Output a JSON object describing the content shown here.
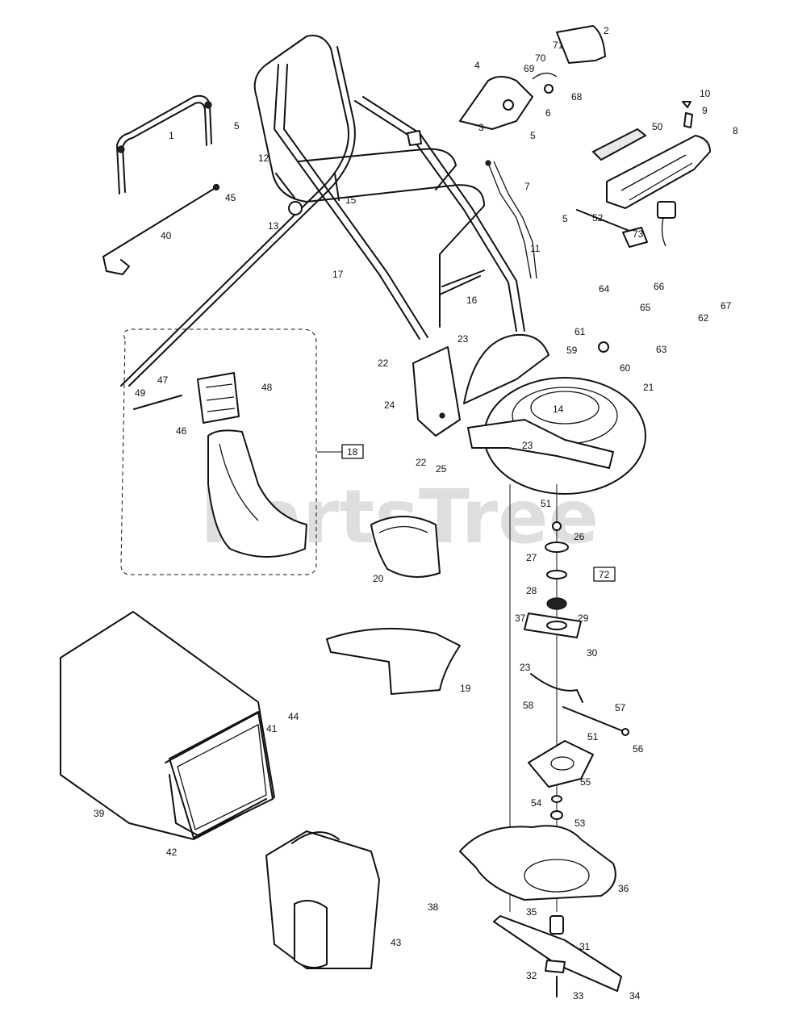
{
  "watermark": "PartsTree",
  "boxed_refs": {
    "chute_kit": "18",
    "blade_kit": "72"
  },
  "callouts": {
    "c1": "1",
    "c2": "2",
    "c3": "3",
    "c4": "4",
    "c5a": "5",
    "c5b": "5",
    "c5c": "5",
    "c6": "6",
    "c7": "7",
    "c8": "8",
    "c9": "9",
    "c10": "10",
    "c11": "11",
    "c12": "12",
    "c13": "13",
    "c14": "14",
    "c15": "15",
    "c16": "16",
    "c17": "17",
    "c19": "19",
    "c20": "20",
    "c21": "21",
    "c22a": "22",
    "c22b": "22",
    "c23a": "23",
    "c23b": "23",
    "c23c": "23",
    "c24": "24",
    "c25": "25",
    "c26": "26",
    "c27": "27",
    "c28": "28",
    "c29": "29",
    "c30": "30",
    "c31": "31",
    "c32": "32",
    "c33": "33",
    "c34": "34",
    "c35": "35",
    "c36": "36",
    "c37": "37",
    "c38": "38",
    "c39": "39",
    "c40": "40",
    "c41": "41",
    "c42": "42",
    "c43": "43",
    "c44": "44",
    "c45": "45",
    "c46": "46",
    "c47": "47",
    "c48": "48",
    "c49": "49",
    "c50": "50",
    "c51a": "51",
    "c51b": "51",
    "c52": "52",
    "c53": "53",
    "c54": "54",
    "c55": "55",
    "c56": "56",
    "c57": "57",
    "c58": "58",
    "c59": "59",
    "c60": "60",
    "c61": "61",
    "c62": "62",
    "c63": "63",
    "c64": "64",
    "c65": "65",
    "c66": "66",
    "c67": "67",
    "c68": "68",
    "c69": "69",
    "c70": "70",
    "c71": "71",
    "c73": "73"
  }
}
